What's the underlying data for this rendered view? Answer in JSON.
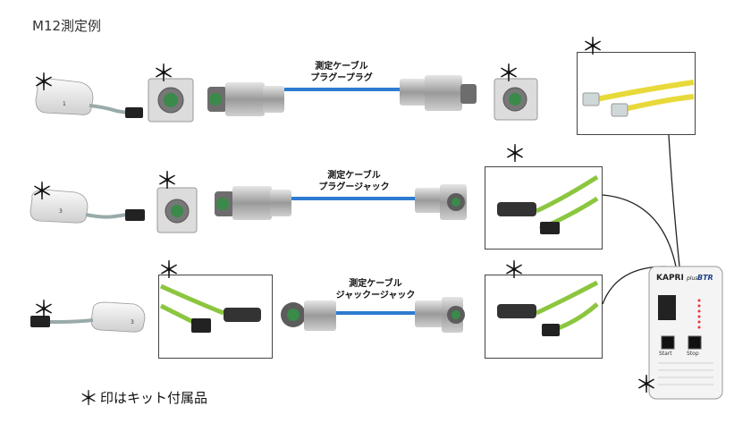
{
  "title": "M12測定例",
  "star_symbol": "＊",
  "rows": [
    {
      "label_top": "測定ケーブル",
      "label_bottom": "プラグープラグ"
    },
    {
      "label_top": "測定ケーブル",
      "label_bottom": "プラグージャック"
    },
    {
      "label_top": "測定ケーブル",
      "label_bottom": "ジャックージャック"
    }
  ],
  "footnote": "印はキット付属品",
  "tester": {
    "brand": "KAPRI",
    "brand_suffix": "plus",
    "logo": "BTR",
    "start_label": "Start",
    "stop_label": "Stop"
  },
  "colors": {
    "cable_blue": "#2e7bd1",
    "green_cable": "#8cc63f",
    "yellow_cable": "#e8d93a"
  }
}
